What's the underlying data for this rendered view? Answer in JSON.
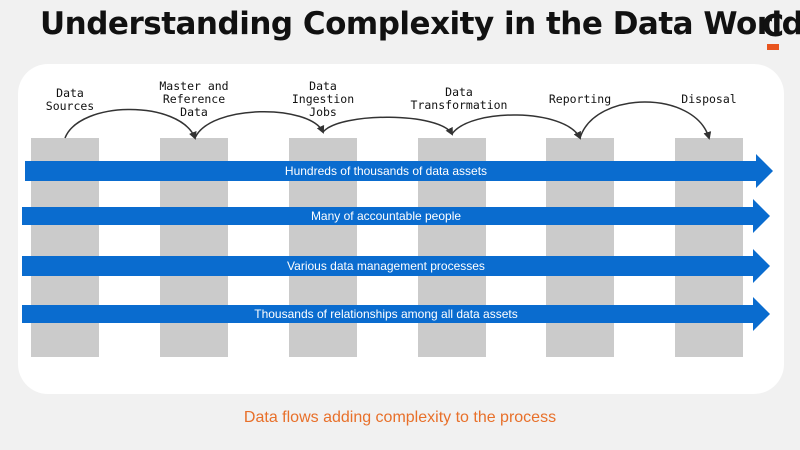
{
  "title": "Understanding Complexity in the Data World",
  "logo": {
    "letter": "C",
    "accent_color": "#e8541e"
  },
  "stages": [
    {
      "label": "Data\nSources"
    },
    {
      "label": "Master and\nReference\nData"
    },
    {
      "label": "Data\nIngestion\nJobs"
    },
    {
      "label": "Data\nTransformation"
    },
    {
      "label": "Reporting"
    },
    {
      "label": "Disposal"
    }
  ],
  "bands": [
    {
      "label": "Hundreds of thousands of data assets"
    },
    {
      "label": "Many of accountable people"
    },
    {
      "label": "Various data management processes"
    },
    {
      "label": "Thousands of relationships among all data assets"
    }
  ],
  "colors": {
    "band": "#0a6ccf",
    "column": "#cbcbcb",
    "caption": "#e8702a"
  },
  "caption": "Data flows adding complexity to the process"
}
